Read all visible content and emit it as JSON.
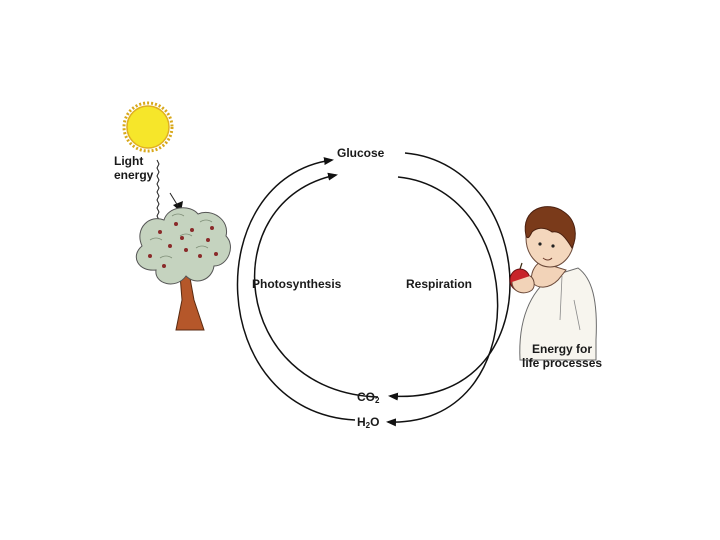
{
  "labels": {
    "light_line1": "Light",
    "light_line2": "energy",
    "glucose": "Glucose",
    "photosynthesis": "Photosynthesis",
    "respiration": "Respiration",
    "energy_line1": "Energy for",
    "energy_line2": "life processes",
    "co2_main": "CO",
    "co2_sub": "2",
    "h2o_h": "H",
    "h2o_sub": "2",
    "h2o_o": "O"
  },
  "icons": [
    "sun-icon",
    "tree-icon",
    "boy-eating-apple-icon"
  ],
  "colors": {
    "sun_fill": "#f6e62a",
    "sun_ray": "#d8a81a",
    "foliage": "#c5d3bf",
    "trunk": "#b5572a",
    "apple": "#c8242a",
    "hair": "#7a3a1a",
    "line": "#111111"
  }
}
